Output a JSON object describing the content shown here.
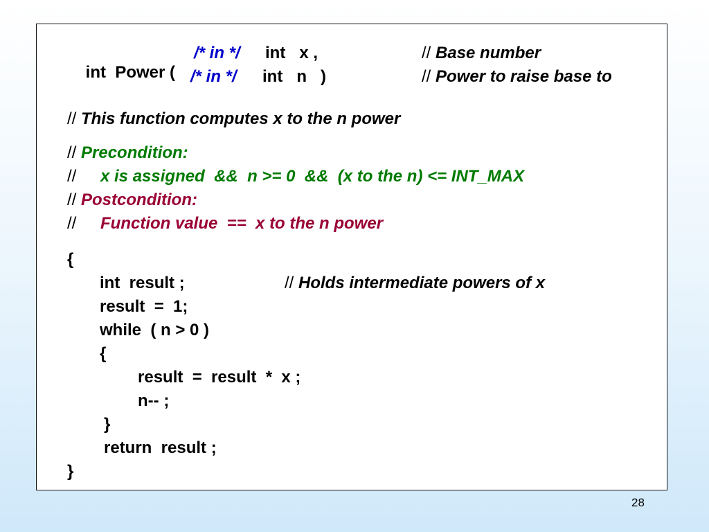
{
  "signature": {
    "line1": {
      "code1": "int  Power (",
      "inline_comment": "/* in */",
      "code2": "int   x ,",
      "comment_slash": "//",
      "comment_text": " Base number"
    },
    "line2": {
      "inline_comment": "/* in */",
      "code2": "int   n   )",
      "comment_slash": "//",
      "comment_text": " Power to raise base to"
    }
  },
  "description": {
    "slash": "//",
    "text": " This function computes x to the n power"
  },
  "precondition": {
    "slash": "//",
    "label": " Precondition:",
    "detail_slash": "//",
    "detail_text": "x is assigned  &&  n >= 0  &&  (x to the n) <= INT_MAX"
  },
  "postcondition": {
    "slash": "//",
    "label": " Postcondition:",
    "detail_slash": "//",
    "detail_text": "Function value  ==  x to the n power"
  },
  "body": {
    "open_brace": "{",
    "decl": "int  result ;",
    "decl_comment_slash": "//",
    "decl_comment_text": " Holds intermediate powers of x",
    "init": "result  =  1;",
    "while_stmt": "while  ( n > 0 )",
    "loop_open": "{",
    "loop_mult": "result  =  result  *  x ;",
    "loop_dec": "n-- ;",
    "loop_close": "}",
    "return_stmt": "return  result ;",
    "close_brace": "}"
  },
  "page_number": "28",
  "colors": {
    "inline_comment": "#0000cc",
    "precondition": "#007a00",
    "postcondition": "#990033",
    "code": "#000000"
  }
}
